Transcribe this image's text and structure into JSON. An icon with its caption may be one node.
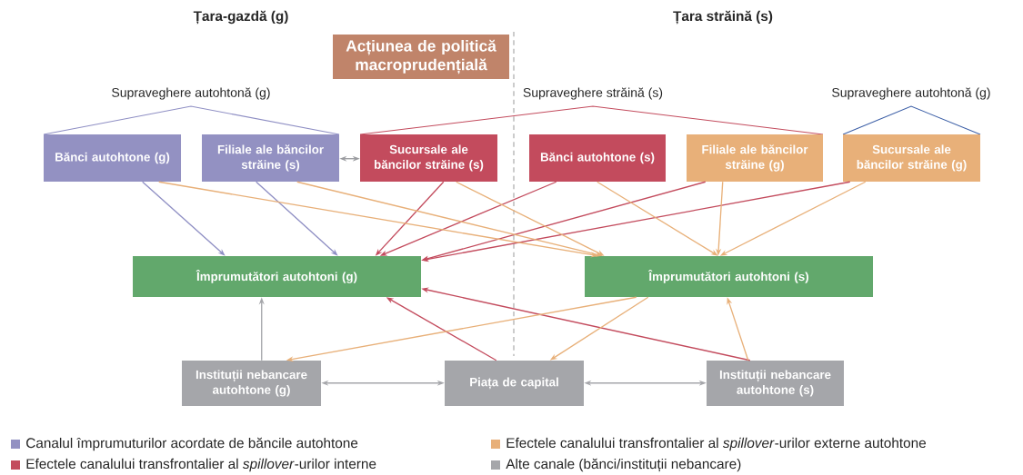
{
  "diagram": {
    "nodes": [
      {
        "text": [
          "Acțiunea de politică macroprudențială"
        ]
      },
      {
        "text": [
          "Bănci autohtone (g)"
        ]
      },
      {
        "text": [
          "Filiale ale băncilor străine (s)"
        ]
      },
      {
        "text": [
          "Sucursale ale băncilor străine (s)"
        ]
      },
      {
        "text": [
          "Bănci autohtone (s)"
        ]
      },
      {
        "text": [
          "Filiale ale băncilor străine (g)"
        ]
      },
      {
        "text": [
          "Sucursale ale băncilor străine (g)"
        ]
      },
      {
        "text": [
          "Împrumutători autohtoni (g)"
        ]
      },
      {
        "text": [
          "Împrumutători autohtoni (s)"
        ]
      },
      {
        "text": [
          "Instituții nebancare autohtone (g)"
        ]
      },
      {
        "text": [
          "Piața de capital"
        ]
      },
      {
        "text": [
          "Instituții nebancare autohtone (s)"
        ]
      }
    ],
    "edges": [
      {
        "from": 1,
        "to": 7,
        "arrow": "to",
        "color": "#8f8fc4"
      },
      {
        "from": 2,
        "to": 7,
        "arrow": "to",
        "color": "#8f8fc4"
      },
      {
        "from": 3,
        "to": 7,
        "arrow": "to",
        "color": "#c34b5d"
      },
      {
        "from": 4,
        "to": 7,
        "arrow": "to",
        "color": "#c34b5d"
      },
      {
        "from": 5,
        "to": 7,
        "arrow": "to",
        "color": "#c34b5d"
      },
      {
        "from": 6,
        "to": 7,
        "arrow": "to",
        "color": "#c34b5d"
      },
      {
        "from": 1,
        "to": 8,
        "arrow": "to"
      },
      {
        "from": 2,
        "to": 8,
        "arrow": "to"
      },
      {
        "from": 3,
        "to": 8,
        "arrow": "to"
      },
      {
        "from": 4,
        "to": 8,
        "arrow": "to"
      },
      {
        "from": 5,
        "to": 8,
        "arrow": "to"
      },
      {
        "from": 6,
        "to": 8,
        "arrow": "to"
      },
      {
        "from": 2,
        "to": 3,
        "arrow": "both",
        "color": "#9a9b9f"
      },
      {
        "from": 9,
        "to": 7,
        "arrow": "to",
        "color": "#a5a6aa"
      },
      {
        "from": 10,
        "to": 7,
        "arrow": "to",
        "color": "#c34b5d"
      },
      {
        "from": 11,
        "to": 7,
        "arrow": "to",
        "color": "#c34b5d"
      },
      {
        "from": 8,
        "to": 9,
        "arrow": "to"
      },
      {
        "from": 8,
        "to": 10,
        "arrow": "to"
      },
      {
        "from": 11,
        "to": 8,
        "arrow": "to"
      },
      {
        "from": 9,
        "to": 10,
        "arrow": "both",
        "color": "#a5a6aa"
      },
      {
        "from": 10,
        "to": 11,
        "arrow": "both",
        "color": "#a5a6aa"
      }
    ],
    "labels": [
      "Țara-gazdă (g)",
      "Țara străină (s)",
      "Supraveghere autohtonă (g)",
      "Supraveghere străină (s)",
      "Supraveghere autohtonă (g)"
    ],
    "legend": [
      {
        "text": "Canalul împrumuturilor acordate de băncile autohtone",
        "color": "#9391c2"
      },
      {
        "text": "Efectele canalului transfrontalier al *spillover*-urilor externe autohtone",
        "color": "#e8b079"
      },
      {
        "text": "Efectele canalului transfrontalier al *spillover*-urilor interne",
        "color": "#c34b5d"
      },
      {
        "text": "Alte canale (bănci/instituții nebancare)",
        "color": "#a5a6aa"
      }
    ]
  }
}
